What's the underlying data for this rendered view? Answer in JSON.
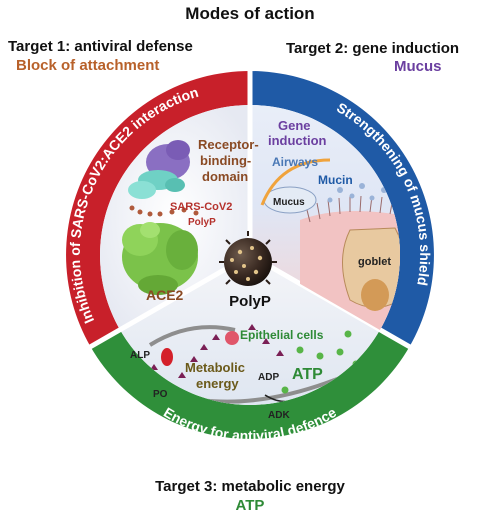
{
  "heading": "Modes of action",
  "targets": {
    "t1": {
      "title": "Target 1: antiviral defense",
      "subtitle": "Block of attachment",
      "subtitle_color": "#b8612a"
    },
    "t2": {
      "title": "Target 2: gene induction",
      "subtitle": "Mucus",
      "subtitle_color": "#6b3fa0"
    },
    "t3": {
      "title": "Target 3: metabolic energy",
      "subtitle": "ATP",
      "subtitle_color": "#2e8a36"
    }
  },
  "ring": {
    "left": {
      "label": "Inhibition of SARS-CoV2:ACE2 interaction",
      "color": "#c8202a"
    },
    "right": {
      "label": "Strengthening of mucus shield",
      "color": "#1f5aa6"
    },
    "bottom": {
      "label": "Energy for antiviral defence",
      "color": "#2f8f3a"
    }
  },
  "sector_left": {
    "rbd": [
      "Receptor-",
      "binding-",
      "domain"
    ],
    "virus": "SARS-CoV2",
    "polyp": "PolyP",
    "ace2": "ACE2"
  },
  "sector_right": {
    "gene": [
      "Gene",
      "induction"
    ],
    "airways": "Airways",
    "mucin": "Mucin",
    "mucus": "Mucus",
    "goblet": "goblet"
  },
  "sector_bottom": {
    "epithelial": "Epithelial cells",
    "alp": "ALP",
    "metabolic": [
      "Metabolic",
      "energy"
    ],
    "adp": "ADP",
    "atp": "ATP",
    "po": "PO",
    "adk": "ADK"
  },
  "center": {
    "label": "PolyP"
  },
  "icons": [
    "virus-icon",
    "ace2-protein-icon",
    "rbd-protein-icon",
    "polyp-nanoparticle-icon",
    "goblet-cell-icon"
  ]
}
